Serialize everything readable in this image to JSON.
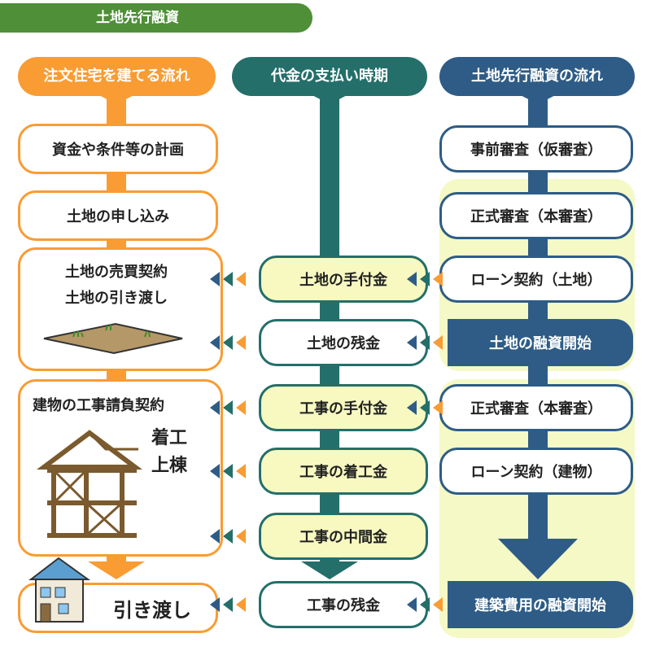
{
  "title": "土地先行融資",
  "headers": {
    "left": "注文住宅を建てる流れ",
    "middle": "代金の支払い時期",
    "right": "土地先行融資の流れ"
  },
  "left_column": {
    "plan": "資金や条件等の計画",
    "apply": "土地の申し込み",
    "land_contract": "土地の売買契約",
    "land_handover": "土地の引き渡し",
    "construction_contract": "建物の工事請負契約",
    "start_work": "着工",
    "framing": "上棟",
    "handover": "引き渡し"
  },
  "middle_column": {
    "land_deposit": "土地の手付金",
    "land_balance": "土地の残金",
    "work_deposit": "工事の手付金",
    "work_start_payment": "工事の着工金",
    "work_interim": "工事の中間金",
    "work_balance": "工事の残金"
  },
  "right_column": {
    "pre_review": "事前審査（仮審査）",
    "formal_review_1": "正式審査（本審査）",
    "loan_land": "ローン契約（土地）",
    "land_loan_start": "土地の融資開始",
    "formal_review_2": "正式審査（本審査）",
    "loan_building": "ローン契約（建物）",
    "building_loan_start": "建築費用の融資開始"
  },
  "colors": {
    "green": "#4e8f37",
    "orange": "#f99c33",
    "teal": "#246f6a",
    "blue": "#2e5c86",
    "highlight": "#f4f9c6"
  }
}
